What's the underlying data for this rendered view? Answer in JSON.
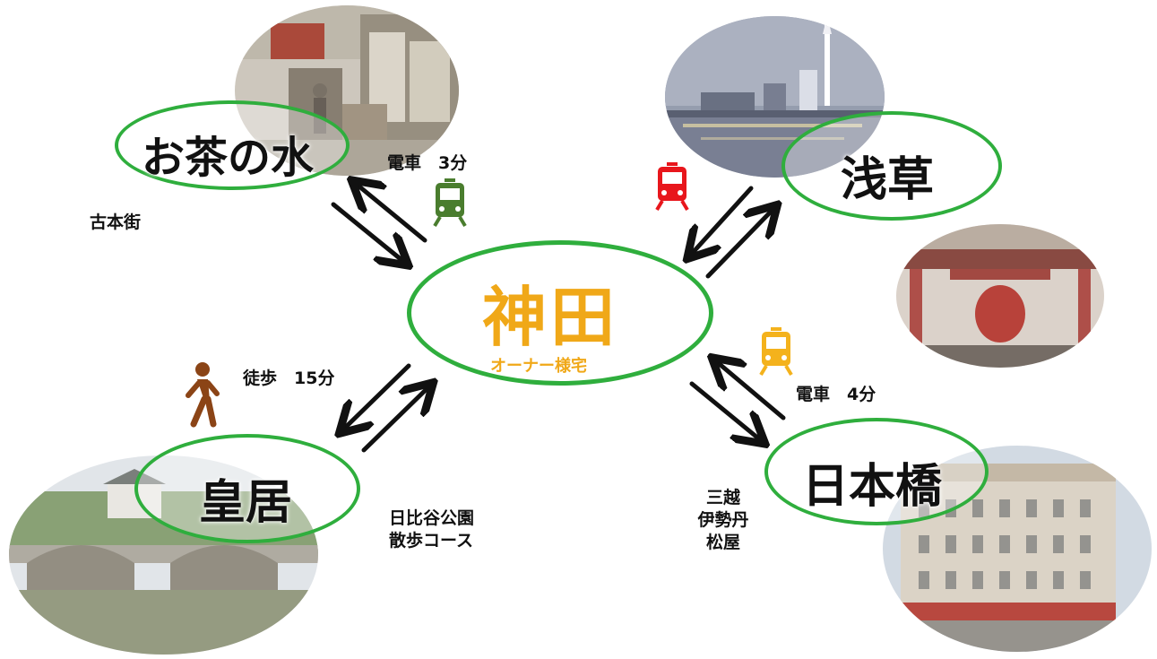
{
  "center": {
    "title": "神田",
    "subtitle": "オーナー様宅"
  },
  "destinations": {
    "ochanomizu": {
      "name": "お茶の水",
      "transport": "電車　3分",
      "note": "古本街"
    },
    "asakusa": {
      "name": "浅草"
    },
    "kokyo": {
      "name": "皇居",
      "transport": "徒歩　15分",
      "note_lines": [
        "日比谷公園",
        "散歩コース"
      ]
    },
    "nihonbashi": {
      "name": "日本橋",
      "transport": "電車　4分",
      "note_lines": [
        "三越",
        "伊勢丹",
        "松屋"
      ]
    }
  },
  "colors": {
    "ring": "#2fae3d",
    "center_text": "#f0a818",
    "train_green": "#4a7d2e",
    "train_red": "#e8161c",
    "train_yellow": "#f4b21c",
    "walker": "#8b4416"
  },
  "icons": [
    "train-icon",
    "walking-person-icon",
    "double-arrow-icon"
  ]
}
